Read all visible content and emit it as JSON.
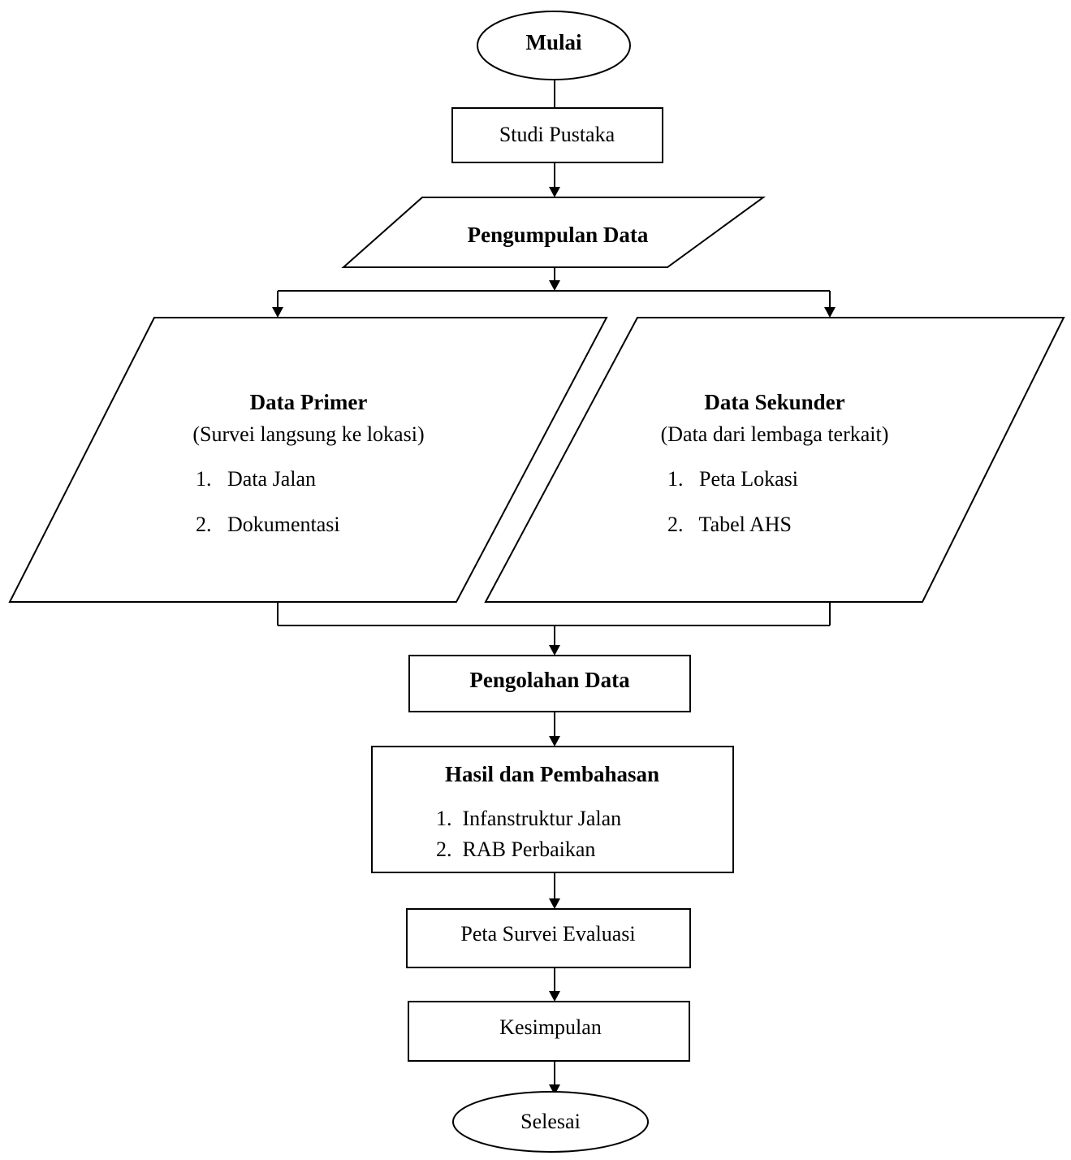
{
  "flowchart": {
    "start": "Mulai",
    "studi_pustaka": "Studi Pustaka",
    "pengumpulan_data": "Pengumpulan Data",
    "data_primer": {
      "title": "Data Primer",
      "subtitle": "(Survei langsung ke lokasi)",
      "items": [
        "1.   Data Jalan",
        "2.   Dokumentasi"
      ]
    },
    "data_sekunder": {
      "title": "Data Sekunder",
      "subtitle": "(Data dari lembaga terkait)",
      "items": [
        "1.   Peta Lokasi",
        "2.   Tabel AHS"
      ]
    },
    "pengolahan_data": "Pengolahan Data",
    "hasil": {
      "title": "Hasil dan Pembahasan",
      "items": [
        "1.  Infanstruktur Jalan",
        "2.  RAB Perbaikan"
      ]
    },
    "peta_survei": "Peta Survei Evaluasi",
    "kesimpulan": "Kesimpulan",
    "end": "Selesai"
  }
}
